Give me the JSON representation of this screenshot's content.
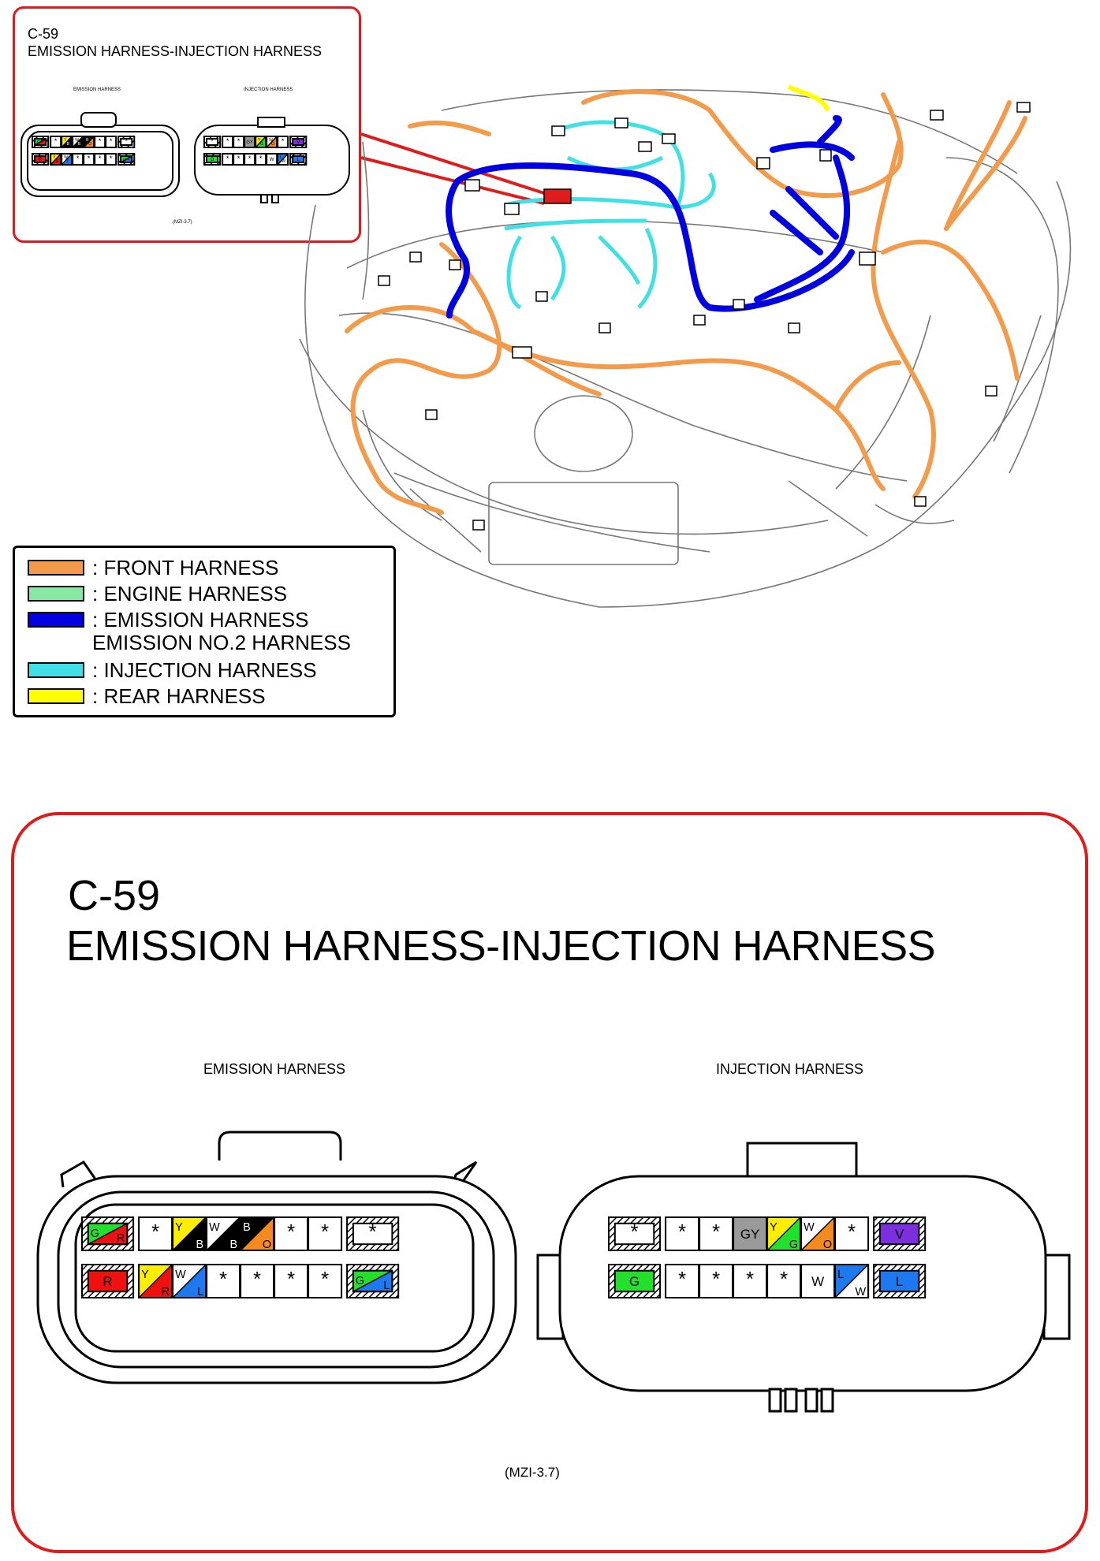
{
  "inset": {
    "code": "C-59",
    "title": "EMISSION HARNESS-INJECTION HARNESS",
    "left_label": "EMISSION HARNESS",
    "right_label": "INJECTION HARNESS",
    "footnote": "(MZI-3.7)"
  },
  "legend": {
    "items": [
      {
        "color": "#f39b4a",
        "text": ": FRONT HARNESS"
      },
      {
        "color": "#86e8a2",
        "text": ": ENGINE HARNESS"
      },
      {
        "color": "#0000e0",
        "text": ": EMISSION HARNESS"
      },
      {
        "color": "",
        "text": "EMISSION NO.2 HARNESS"
      },
      {
        "color": "#3fe0e6",
        "text": ": INJECTION HARNESS"
      },
      {
        "color": "#ffff00",
        "text": ": REAR HARNESS"
      }
    ]
  },
  "detail": {
    "code": "C-59",
    "title": "EMISSION HARNESS-INJECTION HARNESS",
    "left_label": "EMISSION HARNESS",
    "right_label": "INJECTION HARNESS",
    "footnote": "(MZI-3.7)",
    "star": "*",
    "emission_row1": [
      "G/R",
      "*",
      "Y/B",
      "W/B",
      "B/O",
      "*",
      "*",
      "*"
    ],
    "emission_row2": [
      "R",
      "Y/R",
      "W/L",
      "*",
      "*",
      "*",
      "*",
      "G/L"
    ],
    "injection_row1": [
      "*",
      "*",
      "*",
      "GY",
      "Y/G",
      "W/O",
      "*",
      "V"
    ],
    "injection_row2": [
      "G",
      "*",
      "*",
      "*",
      "*",
      "W",
      "L/W",
      "L"
    ]
  },
  "colors": {
    "accent_red": "#e01b1b",
    "G": "#22e02b",
    "R": "#f01010",
    "Y": "#ffee00",
    "B": "#000000",
    "O": "#f58a1f",
    "W": "#ffffff",
    "L": "#1e78f0",
    "V": "#7d2fe0",
    "GY": "#9a9a9a"
  }
}
